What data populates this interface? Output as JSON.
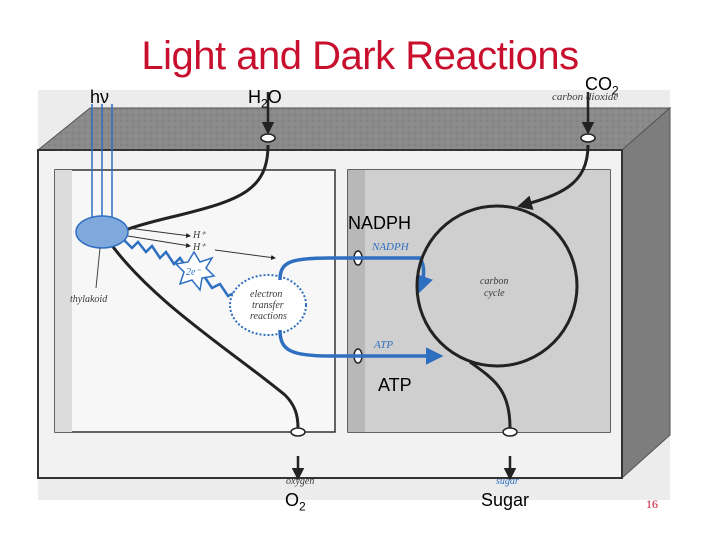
{
  "title": "Light and Dark Reactions",
  "labels": {
    "hv": "hν",
    "h2o": "H",
    "h2o_sub": "2",
    "h2o_tail": "O",
    "co2": "CO",
    "co2_sub": "2",
    "nadph": "NADPH",
    "atp": "ATP",
    "o2": "O",
    "o2_sub": "2",
    "sugar": "Sugar"
  },
  "figure_text": {
    "carbon_dioxide": "carbon dioxide",
    "thylakoid": "thylakoid",
    "h_plus_1": "H⁺",
    "h_plus_2": "H⁺",
    "two_e": "2e⁻",
    "etr_1": "electron",
    "etr_2": "transfer",
    "etr_3": "reactions",
    "nadph_small": "NADPH",
    "atp_small": "ATP",
    "carbon_1": "carbon",
    "carbon_2": "cycle",
    "oxygen": "oxygen",
    "sugar_small": "sugar"
  },
  "slide_number": "16",
  "colors": {
    "title": "#c8102e",
    "arrow_blue": "#2f6fc0",
    "box_gray": "#8f8f8f",
    "box_light": "#e6e6e6"
  }
}
